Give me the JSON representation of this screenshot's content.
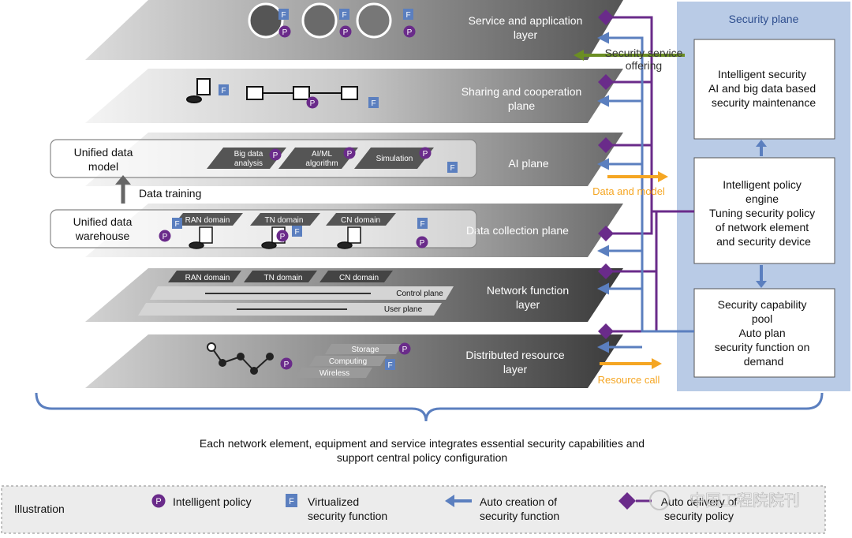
{
  "layers": {
    "service": [
      "Service and application",
      "layer"
    ],
    "sharing": [
      "Sharing and cooperation",
      "plane"
    ],
    "ai": "AI plane",
    "data_collection": "Data collection plane",
    "network_function": [
      "Network function",
      "layer"
    ],
    "distributed": [
      "Distributed resource",
      "layer"
    ]
  },
  "ai_functions": {
    "big_data": [
      "Big data",
      "analysis"
    ],
    "aiml": [
      "AI/ML",
      "algorithm"
    ],
    "simulation": "Simulation"
  },
  "domains": {
    "ran": "RAN domain",
    "tn": "TN domain",
    "cn": "CN domain"
  },
  "network_planes": {
    "control": "Control plane",
    "user": "User plane"
  },
  "resources": {
    "storage": "Storage",
    "computing": "Computing",
    "wireless": "Wireless"
  },
  "side_boxes": {
    "model": [
      "Unified data",
      "model"
    ],
    "warehouse": [
      "Unified data",
      "warehouse"
    ],
    "data_training": "Data training"
  },
  "flows": {
    "security_service_offering": [
      "Security service",
      "offering"
    ],
    "data_and_model": "Data and model",
    "resource_call": "Resource call"
  },
  "security_plane": {
    "title": "Security plane",
    "box1": [
      "Intelligent security",
      "AI and big data based",
      "security maintenance"
    ],
    "box2": [
      "Intelligent policy",
      "engine",
      "Tuning security policy",
      "of network element",
      "and security device"
    ],
    "box3": [
      "Security capability",
      "pool",
      "Auto plan",
      "security function on",
      "demand"
    ]
  },
  "badges": {
    "policy": "P",
    "function": "F"
  },
  "caption": [
    "Each network element, equipment and service integrates essential security capabilities and",
    "support central policy configuration"
  ],
  "legend": {
    "title": "Illustration",
    "intelligent_policy": "Intelligent policy",
    "virtualized": [
      "Virtualized",
      "security function"
    ],
    "auto_creation": [
      "Auto creation of",
      "security function"
    ],
    "auto_delivery": [
      "Auto delivery of",
      "security policy"
    ]
  },
  "watermark": "中国工程院院刊",
  "colors": {
    "purple": "#6a2b8a",
    "blue": "#5b7fbf",
    "security_plane_bg": "#b9cbe6",
    "orange": "#f5a623",
    "green": "#6b8e23"
  }
}
